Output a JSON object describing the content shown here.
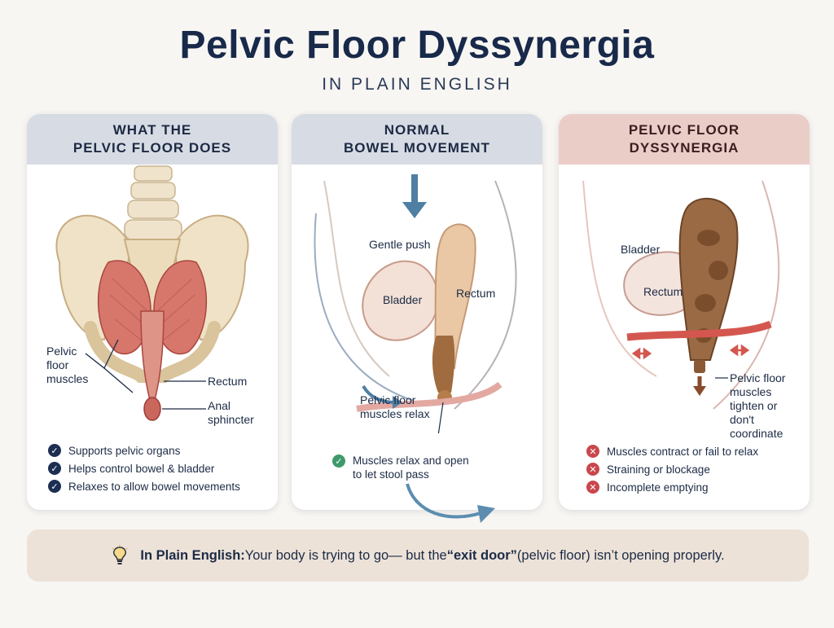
{
  "header": {
    "title": "Pelvic Floor Dyssynergia",
    "subtitle": "IN PLAIN ENGLISH"
  },
  "panels": [
    {
      "heading": "WHAT THE\nPELVIC FLOOR DOES",
      "labels": {
        "muscles": "Pelvic\nfloor\nmuscles",
        "rectum": "Rectum",
        "sphincter": "Anal\nsphincter"
      },
      "items": [
        "Supports pelvic organs",
        "Helps control bowel & bladder",
        "Relaxes to allow bowel movements"
      ],
      "badge_icon": "check-icon"
    },
    {
      "heading": "NORMAL\nBOWEL MOVEMENT",
      "labels": {
        "push": "Gentle push",
        "bladder": "Bladder",
        "rectum": "Rectum",
        "relax": "Pelvic floor\nmuscles relax"
      },
      "items": [
        "Muscles relax and open\nto let stool pass"
      ],
      "badge_icon": "check-icon"
    },
    {
      "heading": "PELVIC FLOOR\nDYSSYNERGIA",
      "labels": {
        "bladder": "Bladder",
        "rectum": "Rectum",
        "tighten": "Pelvic floor\nmuscles\ntighten or\ndon't\ncoordinate"
      },
      "items": [
        "Muscles contract or fail to relax",
        "Straining or blockage",
        "Incomplete emptying"
      ],
      "badge_icon": "x-icon"
    }
  ],
  "footer": {
    "lead": "In Plain English:",
    "text_before": "Your body is trying to go— but the",
    "emphasis": "“exit door”",
    "text_after": "(pelvic floor) isn’t opening properly.",
    "icon": "lightbulb-icon"
  },
  "colors": {
    "navy": "#18294a",
    "check_green": "#3e9a6a",
    "x_red": "#c9474c",
    "panel3_header": "#ebcdc8",
    "panel_header": "#d7dce4",
    "footer_bg": "#ece2d8"
  }
}
